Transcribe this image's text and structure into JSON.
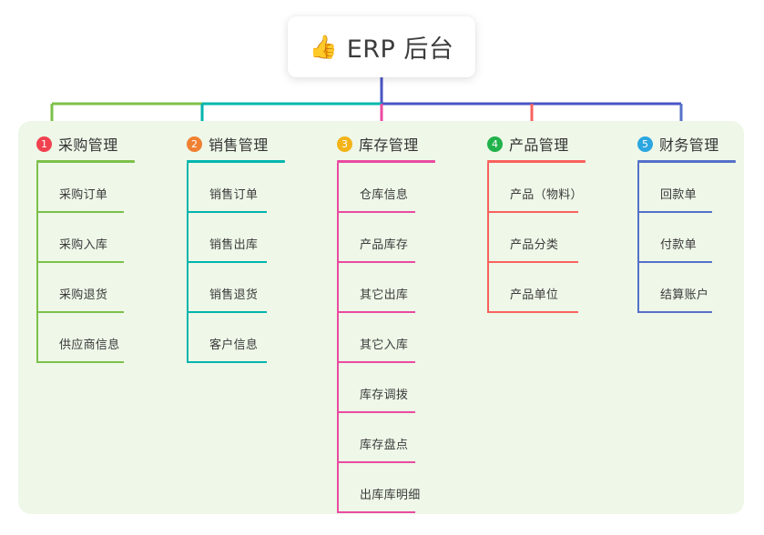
{
  "root": {
    "icon": "thumbs-up-icon",
    "emoji": "👍",
    "title": "ERP 后台"
  },
  "diagram": {
    "type": "mindmap",
    "panel_background": "#eef7e8",
    "root_stem_color": "#4a54c4"
  },
  "columns": [
    {
      "index": "1",
      "title": "采购管理",
      "badge_color": "#f0424f",
      "line_color": "#7cc04a",
      "bus_color": "#7cc04a",
      "items": [
        {
          "label": "采购订单"
        },
        {
          "label": "采购入库"
        },
        {
          "label": "采购退货"
        },
        {
          "label": "供应商信息"
        }
      ]
    },
    {
      "index": "2",
      "title": "销售管理",
      "badge_color": "#f08032",
      "line_color": "#00b5ac",
      "bus_color": "#00b5ac",
      "items": [
        {
          "label": "销售订单"
        },
        {
          "label": "销售出库"
        },
        {
          "label": "销售退货"
        },
        {
          "label": "客户信息"
        }
      ]
    },
    {
      "index": "3",
      "title": "库存管理",
      "badge_color": "#f3b319",
      "line_color": "#ea4aa0",
      "bus_color": "#4a54c4",
      "items": [
        {
          "label": "仓库信息"
        },
        {
          "label": "产品库存"
        },
        {
          "label": "其它出库"
        },
        {
          "label": "其它入库"
        },
        {
          "label": "库存调拨"
        },
        {
          "label": "库存盘点"
        },
        {
          "label": "出库库明细"
        }
      ]
    },
    {
      "index": "4",
      "title": "产品管理",
      "badge_color": "#21b24b",
      "line_color": "#f9615e",
      "bus_color": "#4a54c4",
      "items": [
        {
          "label": "产品（物料）"
        },
        {
          "label": "产品分类"
        },
        {
          "label": "产品单位"
        }
      ]
    },
    {
      "index": "5",
      "title": "财务管理",
      "badge_color": "#2ba6e0",
      "line_color": "#5570c8",
      "bus_color": "#4a54c4",
      "items": [
        {
          "label": "回款单"
        },
        {
          "label": "付款单"
        },
        {
          "label": "结算账户"
        }
      ]
    }
  ]
}
